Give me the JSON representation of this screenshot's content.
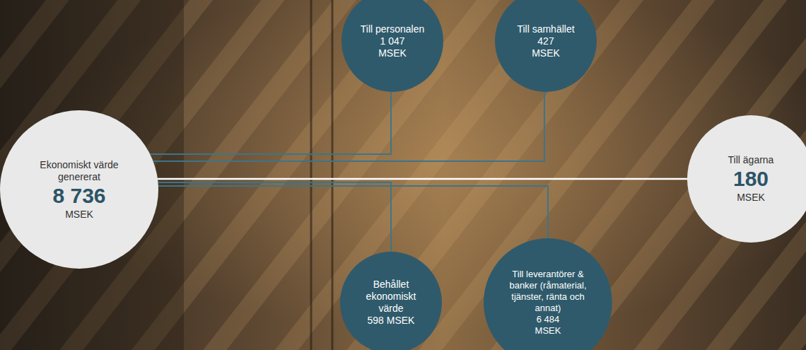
{
  "diagram": {
    "nodes": [
      {
        "text": [
          "Ekonomiskt värde genererat",
          "8 736",
          "MSEK"
        ]
      },
      {
        "text": [
          "Till personalen",
          "1 047",
          "MSEK"
        ]
      },
      {
        "text": [
          "Till samhället",
          "427",
          "MSEK"
        ]
      },
      {
        "text": [
          "Till ägarna",
          "180",
          "MSEK"
        ]
      },
      {
        "text": [
          "Behållet ekonomiskt värde",
          "598 MSEK"
        ]
      },
      {
        "text": [
          "Till leverantörer & banker (råmaterial, tjänster, ränta och annat)",
          "6 484",
          "MSEK"
        ]
      }
    ],
    "edges": [
      {
        "from": 0,
        "to": 1,
        "arrow": "none"
      },
      {
        "from": 0,
        "to": 2,
        "arrow": "none"
      },
      {
        "from": 0,
        "to": 3,
        "arrow": "none"
      },
      {
        "from": 0,
        "to": 4,
        "arrow": "none"
      },
      {
        "from": 0,
        "to": 5,
        "arrow": "none"
      }
    ]
  }
}
